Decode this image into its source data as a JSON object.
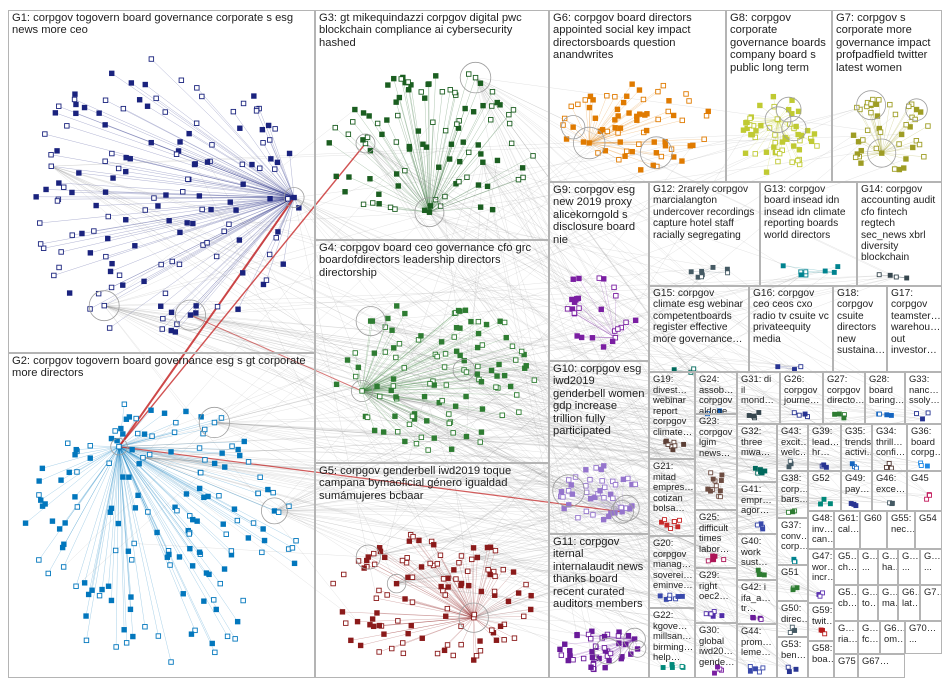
{
  "graph": {
    "groups": [
      {
        "id": "G1",
        "text": "G1: corpgov togovern board governance corporate s esg news more ceo",
        "color": "#1a237e"
      },
      {
        "id": "G2",
        "text": "G2: corpgov togovern board governance esg s gt corporate more directors",
        "color": "#0277bd"
      },
      {
        "id": "G3",
        "text": "G3: gt mikequindazzi corpgov digital pwc blockchain compliance ai cybersecurity hashed",
        "color": "#1b5e20"
      },
      {
        "id": "G4",
        "text": "G4: corpgov board ceo governance cfo grc boardofdirectors leadership directors directorship",
        "color": "#2e7d32"
      },
      {
        "id": "G5",
        "text": "G5: corpgov genderbell iwd2019 toque campana bymaoficial género igualdad sumámujeres bcbaar",
        "color": "#8b1a1a"
      },
      {
        "id": "G6",
        "text": "G6: corpgov board directors appointed social key impact directorsboards question anandwrites",
        "color": "#e07b00"
      },
      {
        "id": "G7",
        "text": "G7: corpgov s corporate more governance impact profpadfield twitter latest women",
        "color": "#9e9d24"
      },
      {
        "id": "G8",
        "text": "G8: corpgov corporate governance boards company board s public long term",
        "color": "#c0ca33"
      },
      {
        "id": "G9",
        "text": "G9: corpgov esg new 2019 proxy alicekorngold s disclosure board nie",
        "color": "#7b1fa2"
      },
      {
        "id": "G10",
        "text": "G10: corpgov esg iwd2019 genderbell women gdp increase trillion fully participated",
        "color": "#9575cd"
      },
      {
        "id": "G11",
        "text": "G11: corpgov iternal internalaudit news thanks board recent curated auditors members",
        "color": "#6a1b9a"
      },
      {
        "id": "G12",
        "text": "G12: 2rarely corpgov marcialangton undercover recordings capture hotel staff racially segregating",
        "color": "#455a64"
      },
      {
        "id": "G13",
        "text": "G13: corpgov board insead idn insead idn climate reporting boards world directors",
        "color": "#00838f"
      },
      {
        "id": "G14",
        "text": "G14: corpgov accounting audit cfo fintech regtech sec_news xbrl diversity blockchain",
        "color": "#37474f"
      },
      {
        "id": "G15",
        "text": "G15: corpgov climate esg webinar competentboards register effective more governance…",
        "color": "#00695c"
      },
      {
        "id": "G16",
        "text": "G16: corpgov ceo ceos cxo radio tv csuite vc privateequity media",
        "color": "#283593"
      },
      {
        "id": "G17",
        "text": "G17: corpgov teamster… warehou… out investor…",
        "color": "#4e342e"
      },
      {
        "id": "G18",
        "text": "G18: corpgov csuite directors new sustaina…",
        "color": "#546e7a"
      },
      {
        "id": "G19",
        "text": "G19: divest… webinar report corpgov climate…",
        "color": "#5d4037"
      },
      {
        "id": "G20",
        "text": "G20: corpgov manag… soverei… eminve…",
        "color": "#3949ab"
      },
      {
        "id": "G21",
        "text": "G21: mitad empres… cotizan bolsa…",
        "color": "#c62828"
      },
      {
        "id": "G22",
        "text": "G22: kgove… millsan… birming… help…",
        "color": "#00897b"
      },
      {
        "id": "G23",
        "text": "G23: corpgov lgim news…",
        "color": "#6d4c41"
      },
      {
        "id": "G24",
        "text": "G24: assob… corpgov aldoge… sec_lo…",
        "color": "#1565c0"
      },
      {
        "id": "G25",
        "text": "G25: difficult times labor…",
        "color": "#ad1457"
      },
      {
        "id": "G26",
        "text": "G26: corpgov journe…",
        "color": "#283593"
      },
      {
        "id": "G27",
        "text": "G27: corpgov directo…",
        "color": "#2e7d32"
      },
      {
        "id": "G28",
        "text": "G28: board baring…",
        "color": "#1565c0"
      },
      {
        "id": "G29",
        "text": "G29: right oec2…",
        "color": "#512da8"
      },
      {
        "id": "G30",
        "text": "G30: global iwd20… gende…",
        "color": "#7b1fa2"
      },
      {
        "id": "G31",
        "text": "G31: di il mond…",
        "color": "#37474f"
      },
      {
        "id": "G32",
        "text": "G32: three mwa…",
        "color": "#00695c"
      },
      {
        "id": "G33",
        "text": "G33: nanc… ssoly…",
        "color": "#283593"
      },
      {
        "id": "G34",
        "text": "G34: thrill… confi…",
        "color": "#4e342e"
      },
      {
        "id": "G35",
        "text": "G35: trends activi…",
        "color": "#1565c0"
      },
      {
        "id": "G36",
        "text": "G36: board corpg…",
        "color": "#1e88e5"
      },
      {
        "id": "G37",
        "text": "G37: conv… corp…",
        "color": "#00838f"
      },
      {
        "id": "G38",
        "text": "G38: corp… bars…",
        "color": "#2e7d32"
      },
      {
        "id": "G39",
        "text": "G39: lead… hr…",
        "color": "#283593"
      },
      {
        "id": "G40",
        "text": "G40: work sust…",
        "color": "#2e7d32"
      },
      {
        "id": "G41",
        "text": "G41: empr… agor…",
        "color": "#3949ab"
      },
      {
        "id": "G42",
        "text": "G42: i ifa_a… tr…",
        "color": "#6a1b9a"
      },
      {
        "id": "G43",
        "text": "G43: excit… welc…",
        "color": "#455a64"
      },
      {
        "id": "G44",
        "text": "G44: prom… leme…",
        "color": "#3949ab"
      },
      {
        "id": "G45",
        "text": "G45",
        "color": "#c2185b"
      },
      {
        "id": "G46",
        "text": "G46: exce…",
        "color": "#455a64"
      },
      {
        "id": "G47",
        "text": "G47: wor… incr…",
        "color": "#5e35b1"
      },
      {
        "id": "G48",
        "text": "G48: inv… can…",
        "color": "#37474f"
      },
      {
        "id": "G49",
        "text": "G49: pay…",
        "color": "#283593"
      },
      {
        "id": "G50",
        "text": "G50: direc…",
        "color": "#455a64"
      },
      {
        "id": "G51",
        "text": "G51",
        "color": "#2e7d32"
      },
      {
        "id": "G52",
        "text": "G52",
        "color": "#00897b"
      },
      {
        "id": "G53",
        "text": "G53: ben…",
        "color": "#283593"
      },
      {
        "id": "G54",
        "text": "G54",
        "color": "#4e342e"
      },
      {
        "id": "G55",
        "text": "G55: nec…",
        "color": "#37474f"
      },
      {
        "id": "G56",
        "text": "G5… ch…",
        "color": "#283593"
      },
      {
        "id": "G57",
        "text": "G5… cb…",
        "color": "#283593"
      },
      {
        "id": "G58",
        "text": "G58: boa…",
        "color": "#1565c0"
      },
      {
        "id": "G59",
        "text": "G59: twit…",
        "color": "#b71c1c"
      },
      {
        "id": "G60",
        "text": "G60",
        "color": "#00838f"
      },
      {
        "id": "G61",
        "text": "G61: cal…",
        "color": "#283593"
      },
      {
        "id": "G62",
        "text": "G… ha…",
        "color": "#283593"
      },
      {
        "id": "G63",
        "text": "G… to…",
        "color": "#283593"
      },
      {
        "id": "G64",
        "text": "G… ...",
        "color": "#283593"
      },
      {
        "id": "G65",
        "text": "G6… lat…",
        "color": "#283593"
      },
      {
        "id": "G66",
        "text": "G… ...",
        "color": "#283593"
      },
      {
        "id": "G67",
        "text": "G67…",
        "color": "#283593"
      },
      {
        "id": "G68",
        "text": "G6… om…",
        "color": "#283593"
      },
      {
        "id": "G69",
        "text": "G… ria…",
        "color": "#283593"
      },
      {
        "id": "G70",
        "text": "G70… ...",
        "color": "#283593"
      },
      {
        "id": "G71",
        "text": "G… fc…",
        "color": "#283593"
      },
      {
        "id": "G72",
        "text": "G… ma…",
        "color": "#283593"
      },
      {
        "id": "G73",
        "text": "G… ...",
        "color": "#283593"
      },
      {
        "id": "G74",
        "text": "G7…",
        "color": "#283593"
      },
      {
        "id": "G75",
        "text": "G75…",
        "color": "#283593"
      }
    ]
  }
}
